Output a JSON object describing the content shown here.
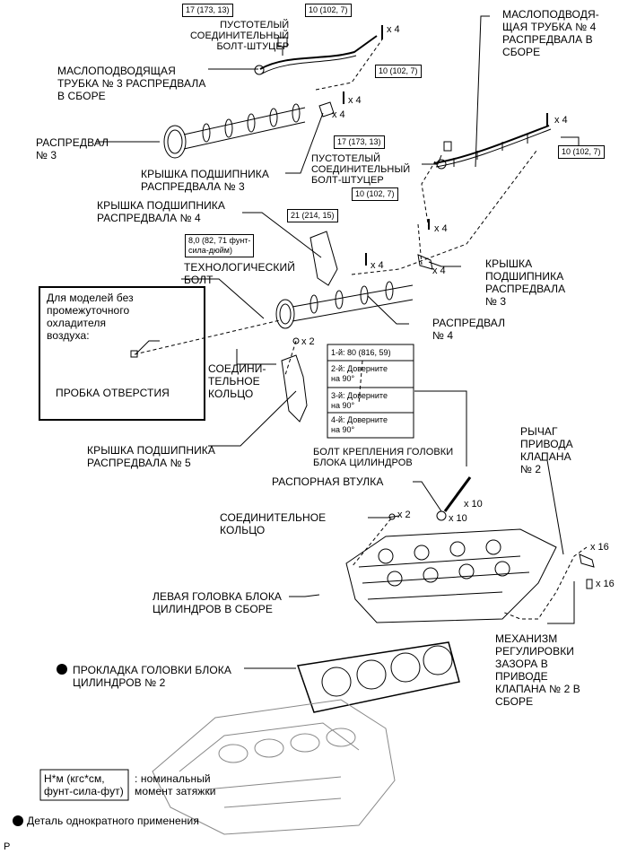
{
  "labels": {
    "hollow_bolt_1": "ПУСТОТЕЛЫЙ\nСОЕДИНИТЕЛЬНЫЙ\nБОЛТ-ШТУЦЕР",
    "oil_pipe_3": "МАСЛОПОДВОДЯЩАЯ\nТРУБКА № 3 РАСПРЕДВАЛА\nВ СБОРЕ",
    "oil_pipe_4": "МАСЛОПОДВОДЯ-\nЩАЯ ТРУБКА № 4\nРАСПРЕДВАЛА В\nСБОРЕ",
    "camshaft_3": "РАСПРЕДВАЛ\n№ 3",
    "bearing_cap_3_upper": "КРЫШКА ПОДШИПНИКА\nРАСПРЕДВАЛА № 3",
    "hollow_bolt_2": "ПУСТОТЕЛЫЙ\nСОЕДИНИТЕЛЬНЫЙ\nБОЛТ-ШТУЦЕР",
    "bearing_cap_4": "КРЫШКА ПОДШИПНИКА\nРАСПРЕДВАЛА № 4",
    "service_bolt": "ТЕХНОЛОГИЧЕСКИЙ\nБОЛТ",
    "bearing_cap_3_right": "КРЫШКА\nПОДШИПНИКА\nРАСПРЕДВАЛА\n№ 3",
    "intercooler_note": "Для моделей без\nпромежуточного\nохладителя\nвоздуха:",
    "hole_plug": "ПРОБКА ОТВЕРСТИЯ",
    "camshaft_4": "РАСПРЕДВАЛ\n№ 4",
    "union_ring_1": "СОЕДИНИ-\nТЕЛЬНОЕ\nКОЛЬЦО",
    "bearing_cap_5": "КРЫШКА ПОДШИПНИКА\nРАСПРЕДВАЛА № 5",
    "head_bolt": "БОЛТ КРЕПЛЕНИЯ ГОЛОВКИ\nБЛОКА ЦИЛИНДРОВ",
    "rocker_arm": "РЫЧАГ\nПРИВОДА\nКЛАПАНА\n№ 2",
    "spacer": "РАСПОРНАЯ ВТУЛКА",
    "union_ring_2": "СОЕДИНИТЕЛЬНОЕ\nКОЛЬЦО",
    "lh_head": "ЛЕВАЯ ГОЛОВКА БЛОКА\nЦИЛИНДРОВ В СБОРЕ",
    "lash_adjuster": "МЕХАНИЗМ\nРЕГУЛИРОВКИ\nЗАЗОРА В\nПРИВОДЕ\nКЛАПАНА № 2 В\nСБОРЕ",
    "head_gasket": "ПРОКЛАДКА ГОЛОВКИ БЛОКА\nЦИЛИНДРОВ № 2",
    "corner_mark": "P"
  },
  "torques": {
    "t1": "17 (173, 13)",
    "t2": "10 (102, 7)",
    "t3": "10 (102, 7)",
    "t4": "17 (173, 13)",
    "t5": "10 (102, 7)",
    "t6": "10 (102, 7)",
    "t7": "21 (214, 15)",
    "t8": "8,0 (82, 71 фунт-\nсила-дюйм)"
  },
  "head_bolt_steps": [
    "1-й: 80 (816, 59)",
    "2-й: Доверните\nна 90°",
    "3-й: Доверните\nна 90°",
    "4-й: Доверните\nна 90°"
  ],
  "quantities": {
    "q_oilpipe3_bolts": "x 4",
    "q_cap3_a": "x 4",
    "q_cap3_b": "x 4",
    "q_oilpipe4_bolts": "x 4",
    "q_cap3r_a": "x 4",
    "q_cap4_bolts": "x 4",
    "q_cap3r_b": "x 4",
    "q_ring1": "x 2",
    "q_head_bolts": "x 10",
    "q_spacers": "x 10",
    "q_ring2": "x 2",
    "q_rocker": "x 16",
    "q_adjuster": "x 16"
  },
  "legend": {
    "torque_box": "Н*м (кгс*см,\nфунт-сила-фут)",
    "torque_desc": ": номинальный\nмомент затяжки",
    "one_time": "Деталь однократного применения"
  }
}
